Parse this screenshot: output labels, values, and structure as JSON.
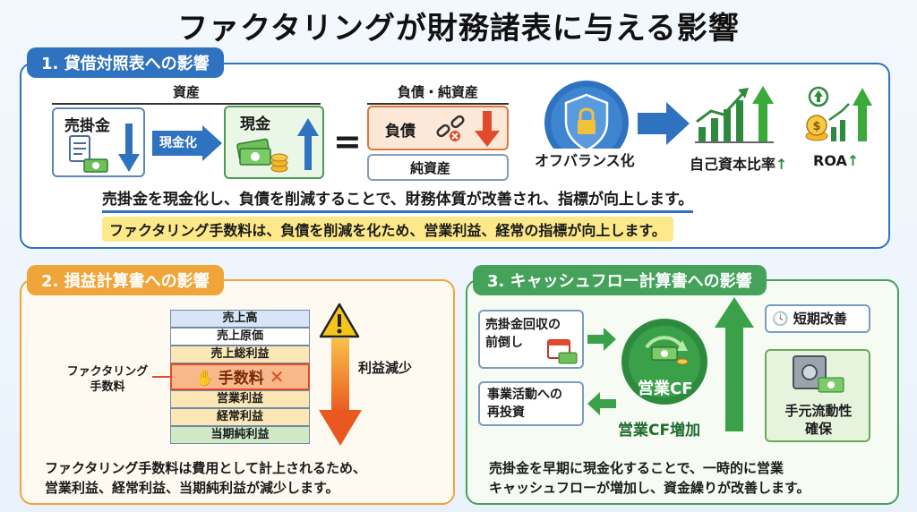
{
  "title": "ファクタリングが財務諸表に与える影響",
  "panel1": {
    "title": "1. 貸借対照表への影響",
    "assets_header": "資産",
    "receivables": "売掛金",
    "conversion": "現金化",
    "cash": "現金",
    "equals": "=",
    "liab_header": "負債・純資産",
    "liabilities": "負債",
    "net_assets": "純資産",
    "off_balance": "オフバランス化",
    "equity_ratio": "自己資本比率",
    "roa": "ROA",
    "up_mark": "↑",
    "sentence1": "売掛金を現金化し、負債を削減することで、財務体質が改善され、指標が向上します。",
    "sentence2": "ファクタリング手数料は、負債を削減を化ため、営業利益、経常の指標が向上します。"
  },
  "panel2": {
    "title": "2. 損益計算書への影響",
    "rows": [
      "売上高",
      "売上原価",
      "売上総利益",
      "手数料",
      "営業利益",
      "経常利益",
      "当期純利益"
    ],
    "fee_label_line1": "ファクタリング",
    "fee_label_line2": "手数料",
    "profit_decrease": "利益減少",
    "sentence_line1": "ファクタリング手数料は費用として計上されるため、",
    "sentence_line2": "営業利益、経常利益、当期純利益が減少します。"
  },
  "panel3": {
    "title": "3. キャッシュフロー計算書への影響",
    "early_collection_line1": "売掛金回収の",
    "early_collection_line2": "前倒し",
    "reinvest_line1": "事業活動への",
    "reinvest_line2": "再投資",
    "operating_cf": "営業CF",
    "operating_cf_increase": "営業CF増加",
    "short_term": "短期改善",
    "liquidity_line1": "手元流動性",
    "liquidity_line2": "確保",
    "sentence_line1": "売掛金を早期に現金化することで、一時的に営業",
    "sentence_line2": "キャッシュフローが増加し、資金繰りが改善します。"
  },
  "colors": {
    "blue": "#2f72bf",
    "orange": "#f0a53a",
    "green": "#45a25a",
    "red": "#e24a2b"
  }
}
